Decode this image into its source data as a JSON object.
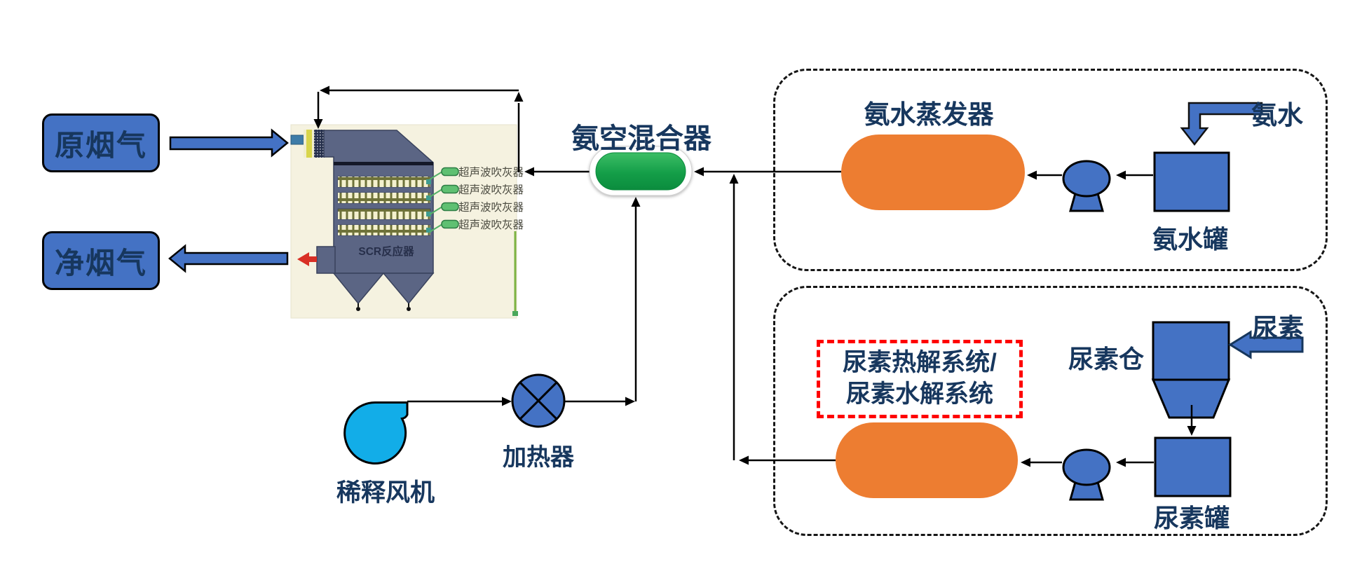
{
  "flue": {
    "raw_label": "原烟气",
    "clean_label": "净烟气"
  },
  "reactor": {
    "title": "SCR反应器",
    "sootblowers": [
      "超声波吹灰器",
      "超声波吹灰器",
      "超声波吹灰器",
      "超声波吹灰器"
    ]
  },
  "mixer": {
    "label": "氨空混合器"
  },
  "dilution_fan": {
    "label": "稀释风机"
  },
  "heater": {
    "label": "加热器"
  },
  "ammonia_system": {
    "evaporator_label": "氨水蒸发器",
    "tank_label": "氨水罐",
    "feed_label": "氨水"
  },
  "urea_system": {
    "system_label_line1": "尿素热解系统/",
    "system_label_line2": "尿素水解系统",
    "silo_label": "尿素仓",
    "tank_label": "尿素罐",
    "feed_label": "尿素"
  },
  "colors": {
    "shape_blue": "#4472C4",
    "capsule_orange": "#ED7D31",
    "mixer_green": "#14A04A",
    "fan_cyan": "#12ADE8",
    "label_navy": "#17375E",
    "alert_red": "#FF0000",
    "line_black": "#000000"
  }
}
